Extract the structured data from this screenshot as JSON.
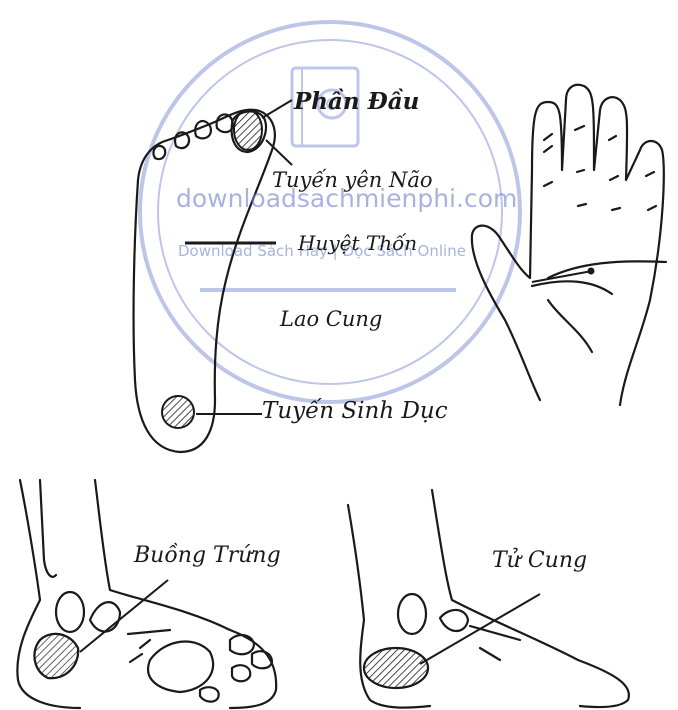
{
  "labels": {
    "phan_dau": "Phần Đầu",
    "tuyen_yen_nao": "Tuyến yên Não",
    "huyet_thon": "Huyệt Thốn",
    "lao_cung": "Lao Cung",
    "tuyen_sinh_duc": "Tuyến Sinh Dục",
    "buong_trung": "Buồng Trứng",
    "tu_cung": "Tử Cung"
  },
  "watermark": {
    "site": "downloadsachmienphi.com",
    "tagline": "Download Sách Hay | Đọc Sách Online"
  },
  "colors": {
    "ink": "#1a1a1a",
    "watermark": "#6f7fcf"
  }
}
